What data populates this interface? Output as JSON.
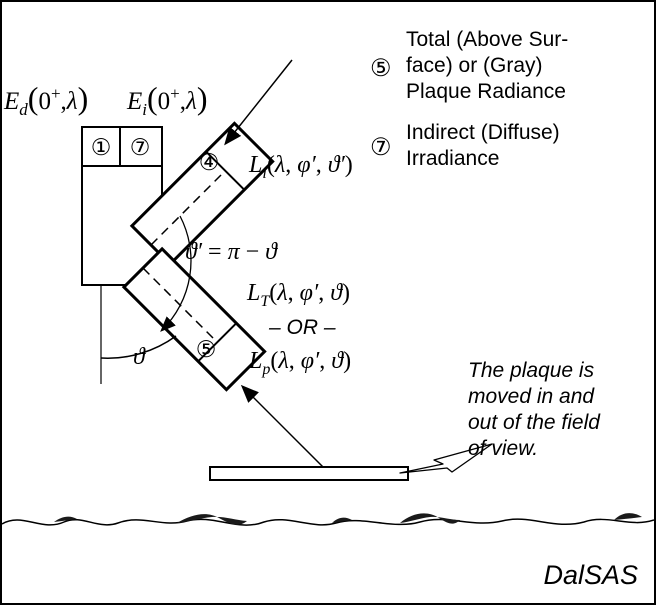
{
  "legend": {
    "item5": {
      "marker": "⑤",
      "lines": [
        "Total (Above Sur-",
        "face) or (Gray)",
        "Plaque Radiance"
      ]
    },
    "item7": {
      "marker": "⑦",
      "lines": [
        "Indirect (Diffuse)",
        "Irradiance"
      ]
    }
  },
  "sensors": {
    "label_1": "①",
    "label_7": "⑦",
    "label_4": "④",
    "label_5": "⑤"
  },
  "equations": {
    "ed": "E_d(0⁺,λ)",
    "ei": "E_i(0⁺,λ)",
    "li": "L_i(λ, φ′, ϑ′)",
    "theta_prime": "ϑ′ = π − ϑ",
    "lt": "L_T(λ, φ′, ϑ)",
    "or": "– OR –",
    "lp": "L_p(λ, φ′, ϑ)",
    "theta": "ϑ"
  },
  "caption": {
    "lines": [
      "The plaque is",
      "moved in and",
      "out of the field",
      "of view."
    ]
  },
  "brand": "DalSAS"
}
